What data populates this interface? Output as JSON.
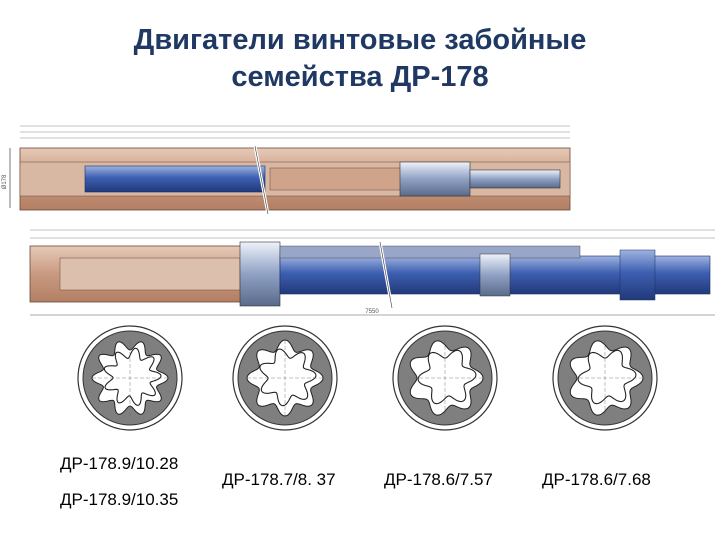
{
  "title": {
    "line1": "Двигатели винтовые забойные",
    "line2": "семейства ДР-178"
  },
  "drawing": {
    "overall_length_label": "7550",
    "diameter_label": "Ø178"
  },
  "sections": [
    {
      "label": "ДР-178.9/10.28",
      "label2": "ДР-178.9/10.35",
      "lobes": 9
    },
    {
      "label": "ДР-178.7/8. 37",
      "lobes": 7
    },
    {
      "label": "ДР-178.6/7.57",
      "lobes": 6
    },
    {
      "label": "ДР-178.6/7.68",
      "lobes": 6
    }
  ],
  "colors": {
    "title": "#1f3864",
    "housing": "#c79a80",
    "shaft": "#3d5fb0",
    "stator": "#7f7f7f"
  }
}
